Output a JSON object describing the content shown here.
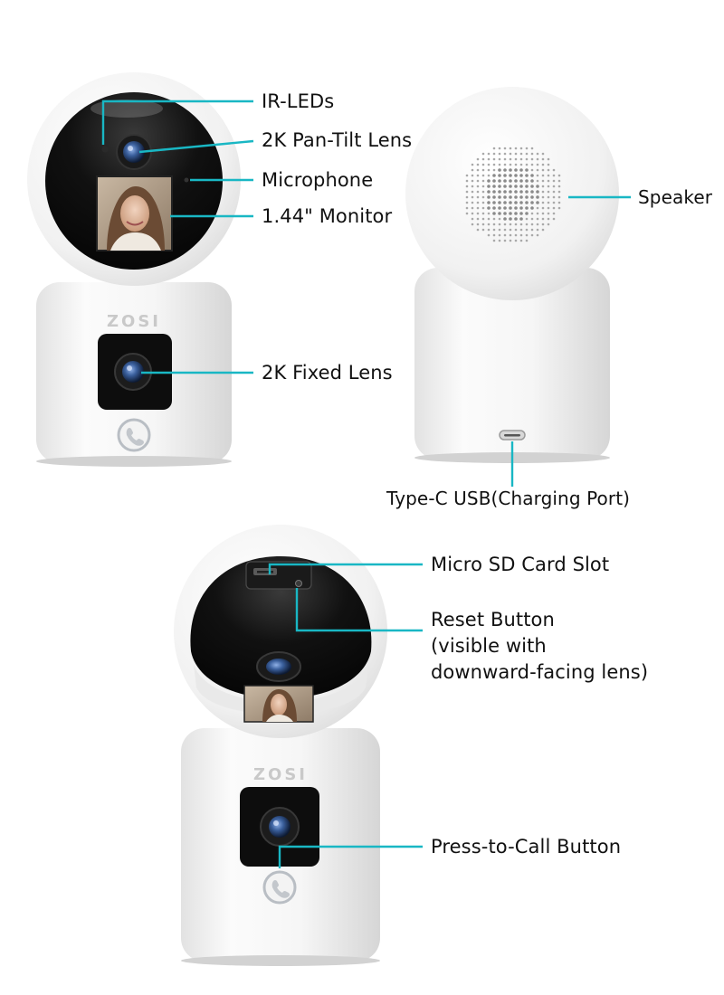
{
  "brand": "ZOSI",
  "colors": {
    "callout_line": "#19b7c4",
    "device_white": "#f4f4f4",
    "device_shade": "#dcdcdc",
    "lens_black": "#0c0c0c",
    "lens_blue": "#5f86c8",
    "ring_gray": "#b9bec4"
  },
  "front_view": {
    "labels": {
      "ir_leds": "IR-LEDs",
      "pan_tilt_lens": "2K Pan-Tilt Lens",
      "microphone": "Microphone",
      "monitor": "1.44\" Monitor",
      "fixed_lens": "2K Fixed Lens"
    }
  },
  "back_view": {
    "labels": {
      "speaker": "Speaker",
      "usb_port": "Type-C USB(Charging Port)"
    }
  },
  "bottom_view": {
    "labels": {
      "sd_slot": "Micro SD Card Slot",
      "reset_button_lines": [
        "Reset Button",
        "(visible with",
        "downward-facing lens)"
      ],
      "call_button": "Press-to-Call Button"
    }
  }
}
